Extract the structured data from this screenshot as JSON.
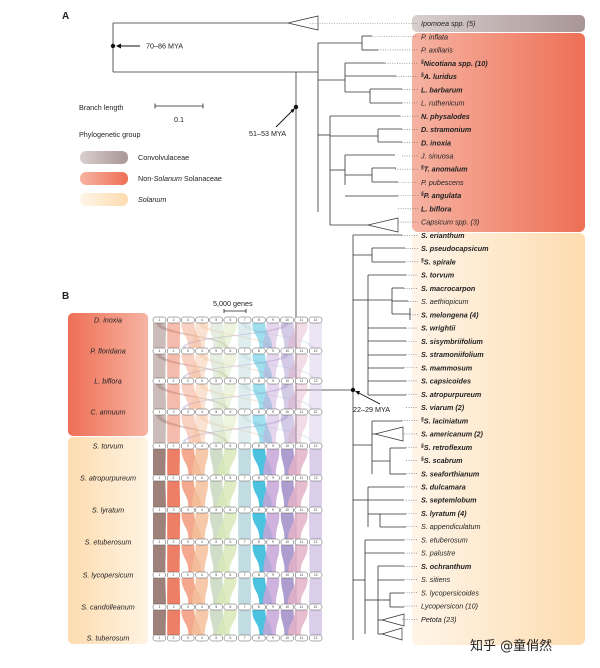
{
  "panel_a": {
    "label": "A",
    "annotations": {
      "mya_root": "70–86 MYA",
      "mya_solanaceae": "51–53 MYA",
      "mya_solanum": "22–29 MYA"
    },
    "branch_length": {
      "title": "Branch length",
      "value": "0.1"
    },
    "legend": {
      "title": "Phylogenetic group",
      "items": [
        {
          "label": "Convolvulaceae",
          "color": "#bfb0b0"
        },
        {
          "label_prefix": "Non-",
          "label_italic": "Solanum",
          "label_suffix": " Solanaceae",
          "color": "#f0826c"
        },
        {
          "label_italic": "Solanum",
          "color": "#fde4c0"
        }
      ]
    },
    "taxa": [
      {
        "text": "Ipomoea spp. (5)",
        "sup": "",
        "bold": false,
        "group": "conv",
        "collapsed": true
      },
      {
        "text": "P. inflata",
        "sup": "",
        "bold": false,
        "group": "non"
      },
      {
        "text": "P. axillaris",
        "sup": "",
        "bold": false,
        "group": "non"
      },
      {
        "text": "Nicotiana spp. (10)",
        "sup": "§",
        "bold": true,
        "group": "non"
      },
      {
        "text": "A. luridus",
        "sup": "§",
        "bold": true,
        "group": "non"
      },
      {
        "text": "L. barbarum",
        "sup": "",
        "bold": true,
        "group": "non"
      },
      {
        "text": "L. ruthenicum",
        "sup": "",
        "bold": false,
        "group": "non"
      },
      {
        "text": "N. physalodes",
        "sup": "",
        "bold": true,
        "group": "non"
      },
      {
        "text": "D. stramonium",
        "sup": "",
        "bold": true,
        "group": "non"
      },
      {
        "text": "D. inoxia",
        "sup": "",
        "bold": true,
        "group": "non"
      },
      {
        "text": "J. sinuosa",
        "sup": "",
        "bold": false,
        "group": "non"
      },
      {
        "text": "T. anomalum",
        "sup": "§",
        "bold": true,
        "group": "non"
      },
      {
        "text": "P. pubescens",
        "sup": "",
        "bold": false,
        "group": "non"
      },
      {
        "text": "P. angulata",
        "sup": "§",
        "bold": true,
        "group": "non"
      },
      {
        "text": "L. biflora",
        "sup": "",
        "bold": true,
        "group": "non"
      },
      {
        "text": "Capsicum spp. (3)",
        "sup": "",
        "bold": false,
        "group": "non",
        "collapsed": true
      },
      {
        "text": "S. erianthum",
        "sup": "",
        "bold": true,
        "group": "sol"
      },
      {
        "text": "S. pseudocapsicum",
        "sup": "",
        "bold": true,
        "group": "sol"
      },
      {
        "text": "S. spirale",
        "sup": "§",
        "bold": true,
        "group": "sol"
      },
      {
        "text": "S. torvum",
        "sup": "",
        "bold": true,
        "group": "sol"
      },
      {
        "text": "S. macrocarpon",
        "sup": "",
        "bold": true,
        "group": "sol"
      },
      {
        "text": "S. aethiopicum",
        "sup": "",
        "bold": false,
        "group": "sol"
      },
      {
        "text": "S. melongena (4)",
        "sup": "",
        "bold": true,
        "group": "sol"
      },
      {
        "text": "S. wrightii",
        "sup": "",
        "bold": true,
        "group": "sol"
      },
      {
        "text": "S. sisymbriifolium",
        "sup": "",
        "bold": true,
        "group": "sol"
      },
      {
        "text": "S. stramoniifolium",
        "sup": "",
        "bold": true,
        "group": "sol"
      },
      {
        "text": "S. mammosum",
        "sup": "",
        "bold": true,
        "group": "sol"
      },
      {
        "text": "S. capsicoides",
        "sup": "",
        "bold": true,
        "group": "sol"
      },
      {
        "text": "S. atropurpureum",
        "sup": "",
        "bold": true,
        "group": "sol"
      },
      {
        "text": "S. viarum (2)",
        "sup": "",
        "bold": true,
        "group": "sol"
      },
      {
        "text": "S. laciniatum",
        "sup": "§",
        "bold": true,
        "group": "sol"
      },
      {
        "text": "S. americanum (2)",
        "sup": "",
        "bold": true,
        "group": "sol",
        "collapsed": true
      },
      {
        "text": "S. retroflexum",
        "sup": "§",
        "bold": true,
        "group": "sol"
      },
      {
        "text": "S. scabrum",
        "sup": "§",
        "bold": true,
        "group": "sol"
      },
      {
        "text": "S. seaforthianum",
        "sup": "",
        "bold": true,
        "group": "sol"
      },
      {
        "text": "S. dulcamara",
        "sup": "",
        "bold": true,
        "group": "sol"
      },
      {
        "text": "S. septemlobum",
        "sup": "",
        "bold": true,
        "group": "sol"
      },
      {
        "text": "S. lyratum (4)",
        "sup": "",
        "bold": true,
        "group": "sol"
      },
      {
        "text": "S. appendiculatum",
        "sup": "",
        "bold": false,
        "group": "sol"
      },
      {
        "text": "S. etuberosum",
        "sup": "",
        "bold": false,
        "group": "sol"
      },
      {
        "text": "S. palustre",
        "sup": "",
        "bold": false,
        "group": "sol"
      },
      {
        "text": "S. ochranthum",
        "sup": "",
        "bold": true,
        "group": "sol"
      },
      {
        "text": "S. sitiens",
        "sup": "",
        "bold": false,
        "group": "sol"
      },
      {
        "text": "S. lycopersicoides",
        "sup": "",
        "bold": false,
        "group": "sol"
      },
      {
        "text": "Lycopersicon (10)",
        "sup": "",
        "bold": false,
        "group": "sol",
        "collapsed": true
      },
      {
        "text": "Petota (23)",
        "sup": "",
        "bold": false,
        "group": "sol",
        "collapsed": true
      }
    ]
  },
  "panel_b": {
    "label": "B",
    "scale_label": "5,000 genes",
    "genomes": [
      {
        "name": "D. inoxia",
        "group": "non"
      },
      {
        "name": "P. floridana",
        "group": "non"
      },
      {
        "name": "L. biflora",
        "group": "non"
      },
      {
        "name": "C. annuum",
        "group": "non"
      },
      {
        "name": "S. torvum",
        "group": "sol"
      },
      {
        "name": "S. atropurpureum",
        "group": "sol"
      },
      {
        "name": "S. lyratum",
        "group": "sol"
      },
      {
        "name": "S. etuberosum",
        "group": "sol"
      },
      {
        "name": "S. lycopersicum",
        "group": "sol"
      },
      {
        "name": "S. candolleanum",
        "group": "sol"
      },
      {
        "name": "S. tuberosum",
        "group": "sol"
      }
    ],
    "chromosomes": [
      "1",
      "2",
      "3",
      "4",
      "5",
      "6",
      "7",
      "8",
      "9",
      "10",
      "11",
      "12"
    ],
    "ribbon_colors": [
      "#8d6b63",
      "#e9694a",
      "#f29a7a",
      "#f3c09b",
      "#c8d8c0",
      "#d9e7b8",
      "#b7d7dc",
      "#2bb7d9",
      "#c7a5d8",
      "#a08cc7",
      "#e3b1c8",
      "#d4c6e6"
    ]
  },
  "watermark": "知乎 @童俏然",
  "colors": {
    "convolvulaceae": "#bfb0b0",
    "non_solanum": "#f0826c",
    "solanum": "#fde4c0"
  }
}
